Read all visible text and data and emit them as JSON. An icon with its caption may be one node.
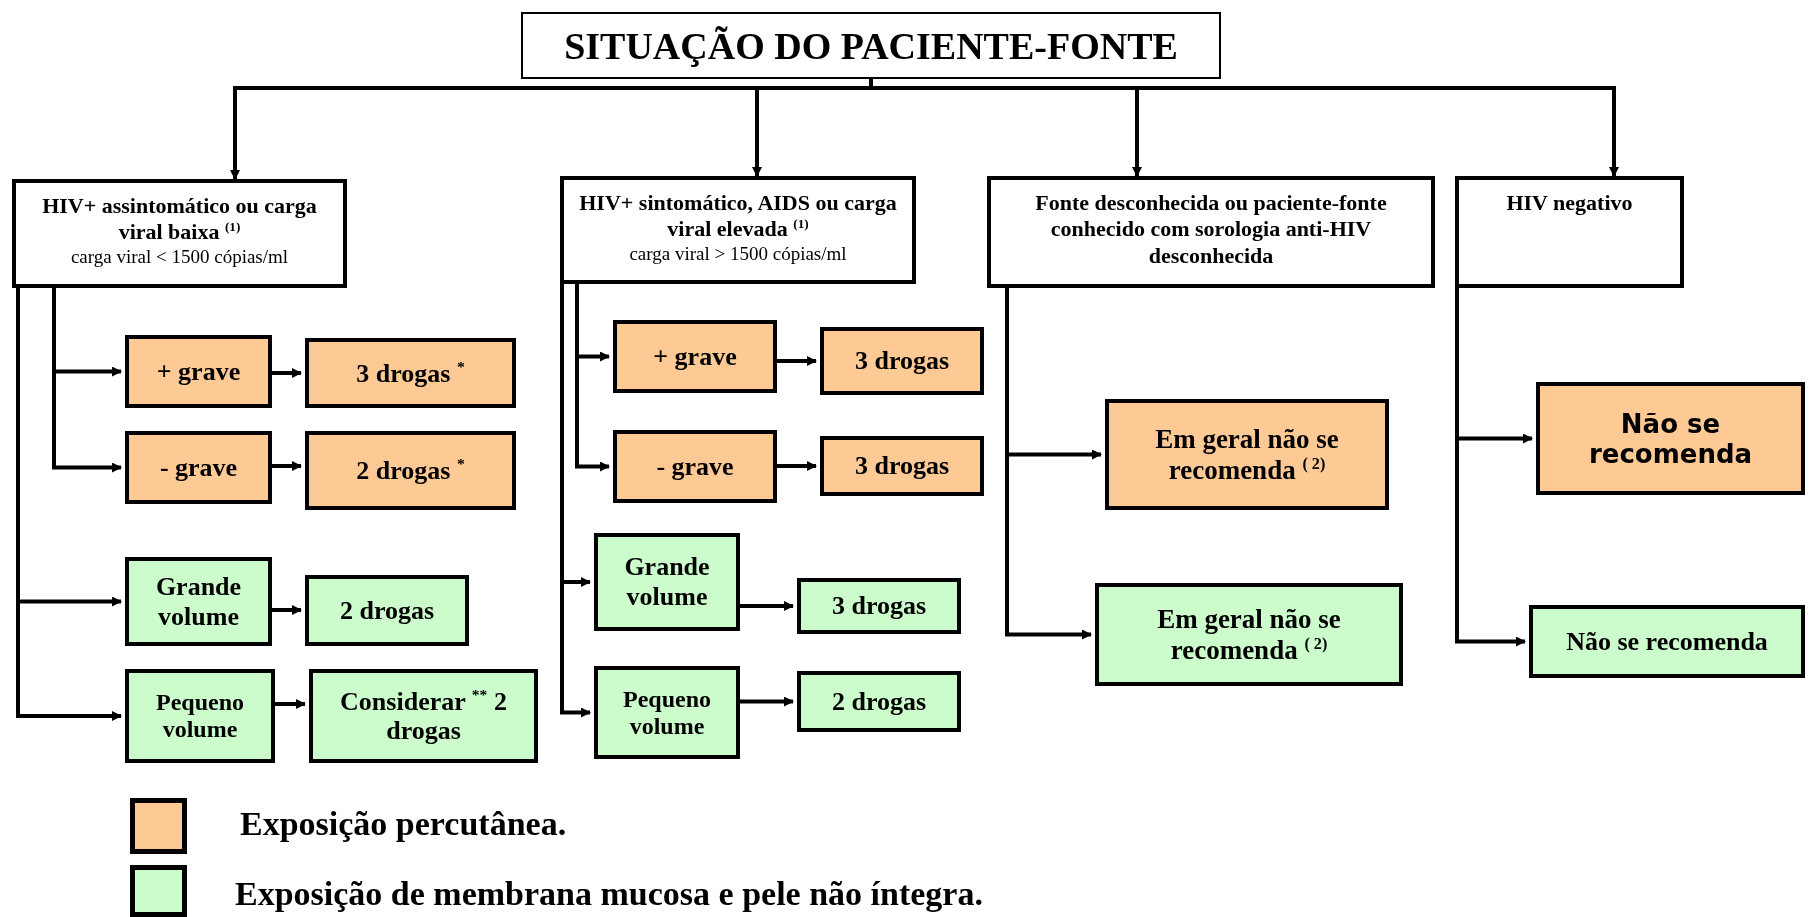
{
  "diagram": {
    "nodes": [
      {
        "text": [
          "SITUAÇÃO DO PACIENTE-FONTE"
        ]
      },
      {
        "text": [
          "HIV+ assintomático ou carga viral baixa $^{(1)}$",
          "carga viral < 1500 cópias/ml"
        ]
      },
      {
        "text": [
          "HIV+ sintomático, AIDS ou carga viral elevada $^{(1)}$",
          "carga viral  > 1500 cópias/ml"
        ]
      },
      {
        "text": [
          "Fonte desconhecida ou paciente-fonte conhecido com sorologia anti-HIV desconhecida"
        ]
      },
      {
        "text": [
          "HIV negativo"
        ]
      },
      {
        "text": [
          "+ grave"
        ]
      },
      {
        "text": [
          "3 drogas $^{*}$"
        ]
      },
      {
        "text": [
          "- grave"
        ]
      },
      {
        "text": [
          "2 drogas $^{*}$"
        ]
      },
      {
        "text": [
          "Grande volume"
        ]
      },
      {
        "text": [
          "2 drogas"
        ]
      },
      {
        "text": [
          "Pequeno volume"
        ]
      },
      {
        "text": [
          "Considerar $^{**}$ 2 drogas"
        ]
      },
      {
        "text": [
          "+ grave"
        ]
      },
      {
        "text": [
          "3 drogas"
        ]
      },
      {
        "text": [
          "- grave"
        ]
      },
      {
        "text": [
          "3 drogas"
        ]
      },
      {
        "text": [
          "Grande volume"
        ]
      },
      {
        "text": [
          "3 drogas"
        ]
      },
      {
        "text": [
          "Pequeno volume"
        ]
      },
      {
        "text": [
          "2 drogas"
        ]
      },
      {
        "text": [
          "Em geral não se recomenda $^{( 2)}$"
        ]
      },
      {
        "text": [
          "Em geral não se recomenda $^{( 2)}$"
        ]
      },
      {
        "text": [
          "Não se recomenda"
        ]
      },
      {
        "text": [
          "Não se recomenda"
        ]
      }
    ],
    "edges": [
      {
        "from": 0,
        "to": 1,
        "arrow": "to"
      },
      {
        "from": 0,
        "to": 2,
        "arrow": "to"
      },
      {
        "from": 0,
        "to": 3,
        "arrow": "to"
      },
      {
        "from": 0,
        "to": 4,
        "arrow": "to"
      },
      {
        "from": 1,
        "to": 5,
        "arrow": "to"
      },
      {
        "from": 1,
        "to": 7,
        "arrow": "to"
      },
      {
        "from": 1,
        "to": 9,
        "arrow": "to"
      },
      {
        "from": 1,
        "to": 11,
        "arrow": "to"
      },
      {
        "from": 5,
        "to": 6,
        "arrow": "to"
      },
      {
        "from": 7,
        "to": 8,
        "arrow": "to"
      },
      {
        "from": 9,
        "to": 10,
        "arrow": "to"
      },
      {
        "from": 11,
        "to": 12,
        "arrow": "to"
      },
      {
        "from": 2,
        "to": 13,
        "arrow": "to"
      },
      {
        "from": 2,
        "to": 15,
        "arrow": "to"
      },
      {
        "from": 2,
        "to": 17,
        "arrow": "to"
      },
      {
        "from": 2,
        "to": 19,
        "arrow": "to"
      },
      {
        "from": 13,
        "to": 14,
        "arrow": "to"
      },
      {
        "from": 15,
        "to": 16,
        "arrow": "to"
      },
      {
        "from": 17,
        "to": 18,
        "arrow": "to"
      },
      {
        "from": 19,
        "to": 20,
        "arrow": "to"
      },
      {
        "from": 3,
        "to": 21,
        "arrow": "to"
      },
      {
        "from": 3,
        "to": 22,
        "arrow": "to"
      },
      {
        "from": 4,
        "to": 23,
        "arrow": "to"
      },
      {
        "from": 4,
        "to": 24,
        "arrow": "to"
      }
    ],
    "legend": [
      {
        "text": "Exposição percutânea.",
        "color": "#fdc994"
      },
      {
        "text": "Exposição de membrana mucosa e pele não íntegra.",
        "color": "#ccfccc"
      }
    ]
  }
}
